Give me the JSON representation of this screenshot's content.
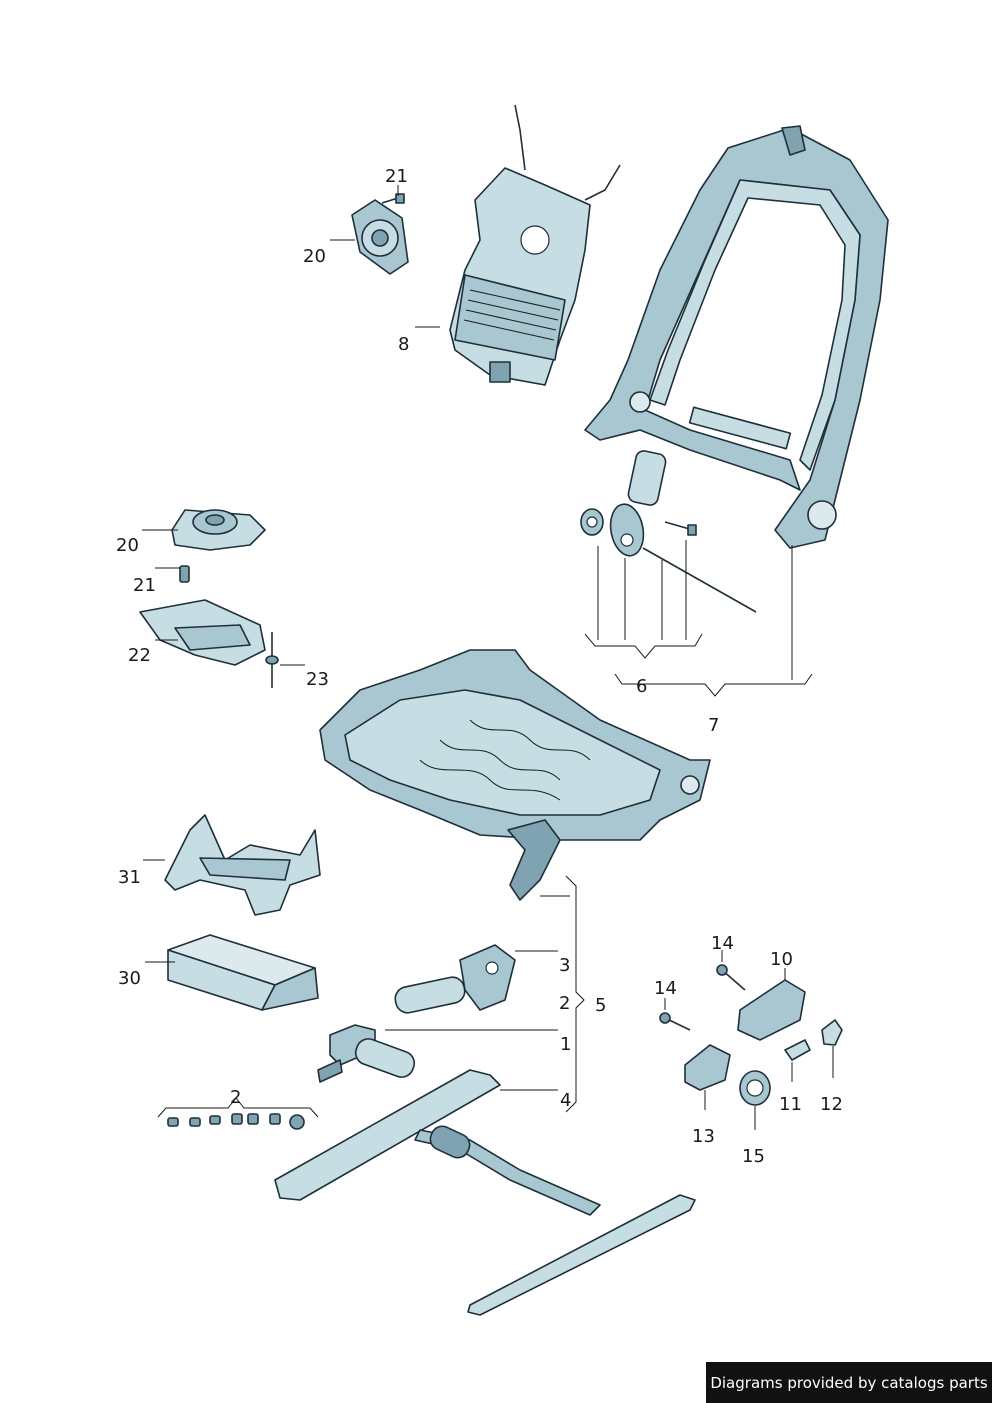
{
  "colors": {
    "part_light": "#c7dde4",
    "part_mid": "#a9c7d1",
    "part_dark": "#7fa3b1",
    "outline": "#1e2f3a",
    "credit_bg": "#111111",
    "credit_text": "#ffffff"
  },
  "labels": {
    "p21_top": "21",
    "p20_top": "20",
    "p8": "8",
    "p20_left": "20",
    "p21_left": "21",
    "p22": "22",
    "p23": "23",
    "p6": "6",
    "p7": "7",
    "p31": "31",
    "p30": "30",
    "p3": "3",
    "p2_mid": "2",
    "p5": "5",
    "p1": "1",
    "p4": "4",
    "p2_bottom": "2",
    "p14_top": "14",
    "p10": "10",
    "p14_mid": "14",
    "p11": "11",
    "p12": "12",
    "p13": "13",
    "p15": "15"
  },
  "credit": "Diagrams provided by catalogs parts"
}
